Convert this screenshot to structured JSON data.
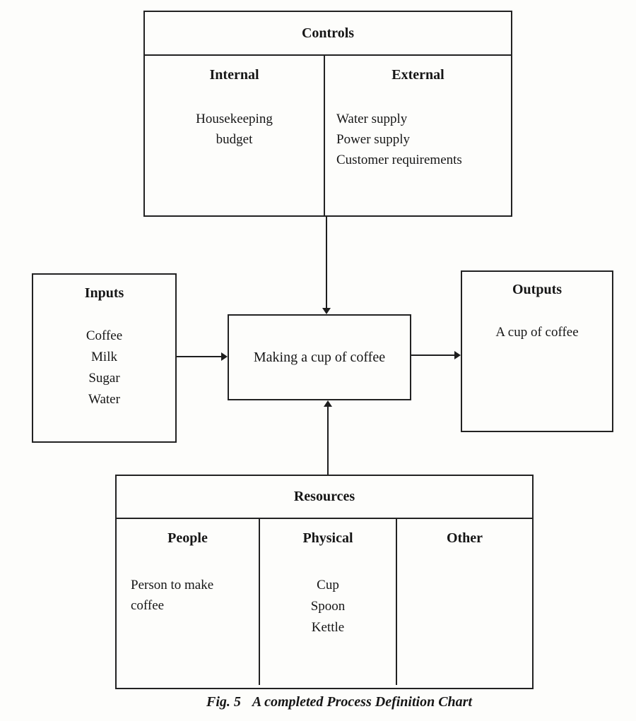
{
  "caption": {
    "fig": "Fig. 5",
    "text": "A completed Process Definition Chart"
  },
  "process": {
    "label": "Making a cup of coffee"
  },
  "controls": {
    "title": "Controls",
    "internal": {
      "title": "Internal",
      "lines": [
        "Housekeeping",
        "budget"
      ]
    },
    "external": {
      "title": "External",
      "items": [
        "Water supply",
        "Power supply",
        "Customer requirements"
      ]
    }
  },
  "inputs": {
    "title": "Inputs",
    "items": [
      "Coffee",
      "Milk",
      "Sugar",
      "Water"
    ]
  },
  "outputs": {
    "title": "Outputs",
    "items": [
      "A cup of coffee"
    ]
  },
  "resources": {
    "title": "Resources",
    "people": {
      "title": "People",
      "lines": [
        "Person to make",
        "coffee"
      ]
    },
    "physical": {
      "title": "Physical",
      "items": [
        "Cup",
        "Spoon",
        "Kettle"
      ]
    },
    "other": {
      "title": "Other"
    }
  },
  "colors": {
    "line": "#1e1e1e",
    "paper": "#fdfdfb",
    "ink": "#161616"
  }
}
